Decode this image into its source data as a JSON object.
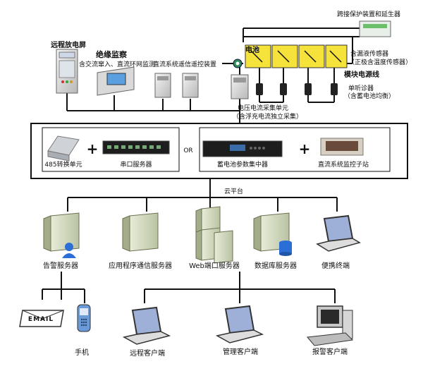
{
  "labels": {
    "remote_screen": "远程放电屏",
    "insulation_title": "绝缘监察",
    "insulation_sub": "含交流窜入、直流环网监测",
    "dc_remote": "直流系统遥信遥控装置",
    "cross_protect": "跨接保护装置和延生器",
    "battery": "电池",
    "leak_sensor_1": "含漏液传感器",
    "leak_sensor_2": "（正极含温度传感器）",
    "module_power": "模块电源线",
    "single_diag_1": "单听诊器",
    "single_diag_2": "（含蓄电池均衡）",
    "voltage_unit_1": "电压电流采集单元",
    "voltage_unit_2": "（含浮充电流独立采集）",
    "converter_485": "485转换单元",
    "serial_server": "串口服务器",
    "or_label": "OR",
    "battery_concentrator": "蓄电池参数集中器",
    "dc_monitor_station": "直流系统监控子站",
    "cloud_platform": "云平台",
    "alarm_server": "告警服务器",
    "app_server": "应用程序通信服务器",
    "web_server": "Web端口服务器",
    "db_server": "数据库服务器",
    "portable": "便携终端",
    "email": "EMAIL",
    "phone": "手机",
    "remote_client": "远程客户端",
    "mgmt_client": "管理客户端",
    "alarm_client": "报警客户端"
  },
  "icons": [
    "cabinet-icon",
    "monitor-panel-icon",
    "device-icon",
    "plus-icon",
    "server-icon",
    "laptop-icon",
    "envelope-icon",
    "phone-icon",
    "desktop-icon",
    "battery-icon",
    "clamp-icon"
  ],
  "colors": {
    "battery_fill": "#f5e23a",
    "line": "#111111",
    "laptop_screen": "#9fb0d8"
  }
}
